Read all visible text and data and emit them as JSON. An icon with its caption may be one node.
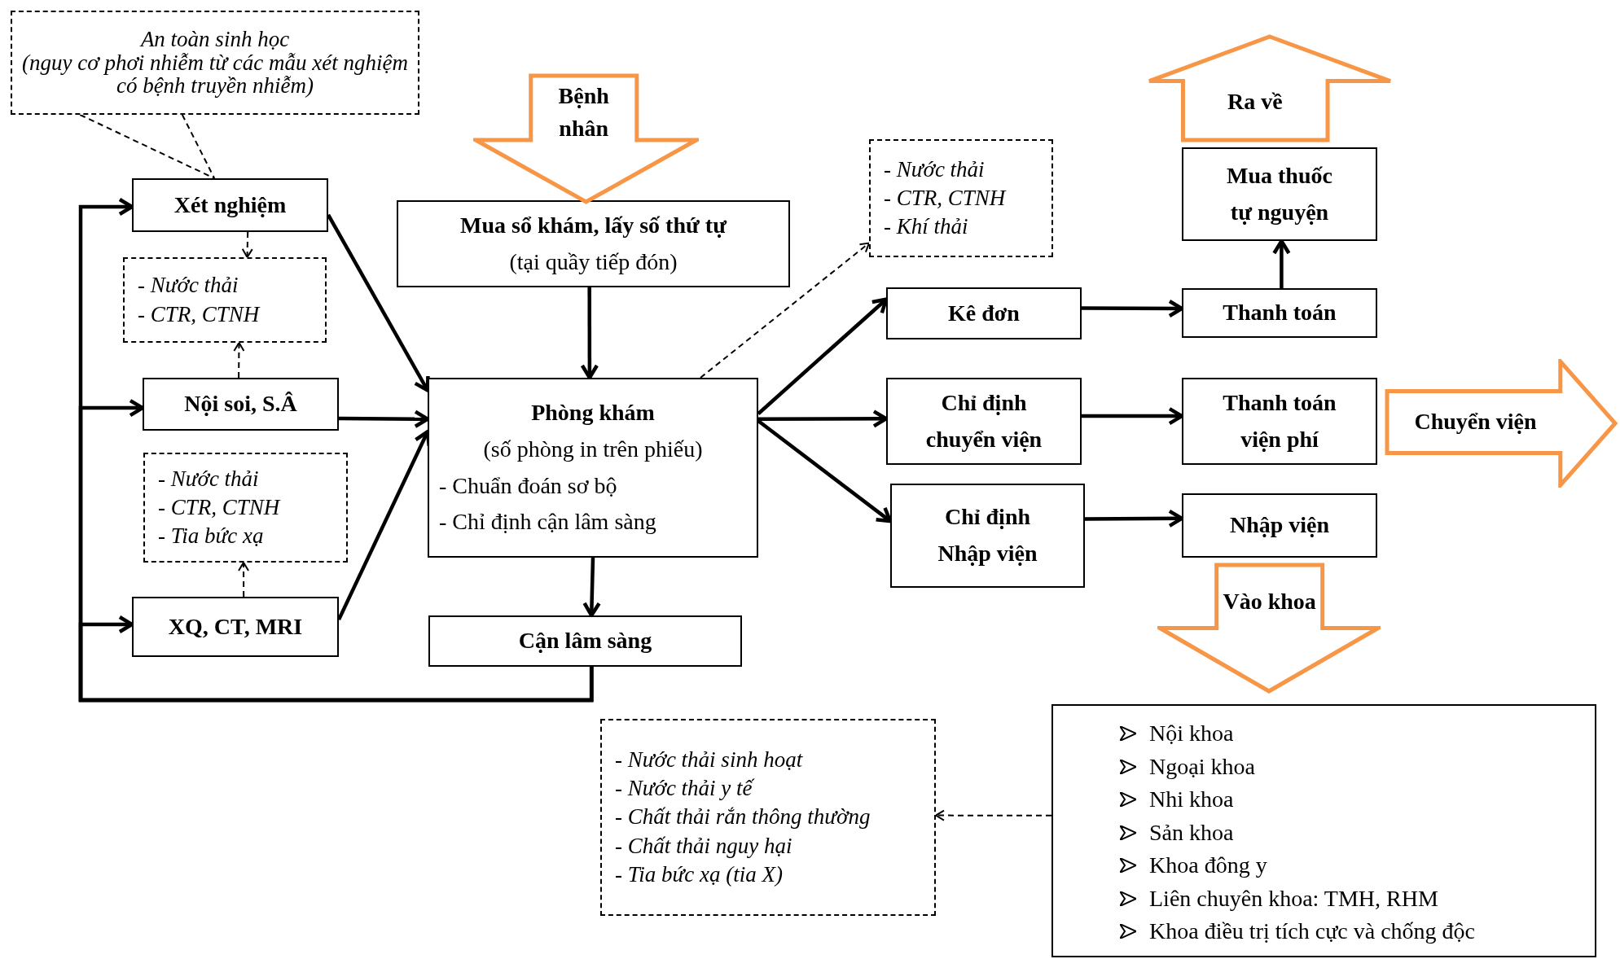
{
  "diagram": {
    "nodes": [
      {
        "text": [
          "An toàn sinh học",
          "(nguy cơ phơi nhiễm từ các mẫu xét nghiệm có bệnh truyền nhiễm)"
        ]
      },
      {
        "text": [
          "Xét nghiệm"
        ]
      },
      {
        "text": [
          "- Nước thải",
          "- CTR, CTNH"
        ]
      },
      {
        "text": [
          "Mua sổ khám, lấy số thứ tự",
          "(tại quầy tiếp đón)"
        ]
      },
      {
        "text": [
          "Nội soi, S.Â"
        ]
      },
      {
        "text": [
          "Phòng khám",
          "(số phòng in trên phiếu)",
          "- Chuẩn đoán sơ bộ",
          "- Chỉ định cận lâm sàng"
        ]
      },
      {
        "text": [
          "- Nước thải",
          "- CTR, CTNH",
          "- Tia bức xạ"
        ]
      },
      {
        "text": [
          "XQ, CT, MRI"
        ]
      },
      {
        "text": [
          "Cận lâm sàng"
        ]
      },
      {
        "text": [
          "- Nước thải",
          "- CTR, CTNH",
          "- Khí thải"
        ]
      },
      {
        "text": [
          "Kê đơn"
        ]
      },
      {
        "text": [
          "Chỉ định chuyển viện"
        ]
      },
      {
        "text": [
          "Chỉ định Nhập viện"
        ]
      },
      {
        "text": [
          "Mua thuốc tự nguyện"
        ]
      },
      {
        "text": [
          "Thanh toán"
        ]
      },
      {
        "text": [
          "Thanh toán viện phí"
        ]
      },
      {
        "text": [
          "Nhập viện"
        ]
      },
      {
        "text": [
          "- Nước thải sinh hoạt",
          "- Nước thải y tế",
          "- Chất thải rắn thông thường",
          "- Chất thải nguy hại",
          "- Tia bức xạ (tia X)"
        ]
      },
      {
        "text": [
          "Nội khoa",
          "Ngoại khoa",
          "Nhi khoa",
          "Sản khoa",
          "Khoa đông y",
          "Liên chuyên khoa: TMH, RHM",
          "Khoa điều trị tích cực và chống độc"
        ]
      }
    ],
    "edges": [
      {
        "from": 0,
        "to": 1,
        "arrow": "none",
        "style": "dashed"
      },
      {
        "from": 1,
        "to": 2,
        "arrow": "to",
        "style": "dashed"
      },
      {
        "from": 4,
        "to": 2,
        "arrow": "to",
        "style": "dashed"
      },
      {
        "from": 7,
        "to": 6,
        "arrow": "to",
        "style": "dashed"
      },
      {
        "from": 5,
        "to": 9,
        "arrow": "to",
        "style": "dashed"
      },
      {
        "from": 18,
        "to": 17,
        "arrow": "to",
        "style": "dashed"
      },
      {
        "from": 3,
        "to": 5,
        "arrow": "to"
      },
      {
        "from": 1,
        "to": 5,
        "arrow": "to"
      },
      {
        "from": 4,
        "to": 5,
        "arrow": "to"
      },
      {
        "from": 7,
        "to": 5,
        "arrow": "to"
      },
      {
        "from": 5,
        "to": 8,
        "arrow": "to"
      },
      {
        "from": 8,
        "to": 1,
        "arrow": "to"
      },
      {
        "from": 8,
        "to": 4,
        "arrow": "to"
      },
      {
        "from": 8,
        "to": 7,
        "arrow": "to"
      },
      {
        "from": 5,
        "to": 10,
        "arrow": "to"
      },
      {
        "from": 5,
        "to": 11,
        "arrow": "to"
      },
      {
        "from": 5,
        "to": 12,
        "arrow": "to"
      },
      {
        "from": 10,
        "to": 14,
        "arrow": "to"
      },
      {
        "from": 11,
        "to": 15,
        "arrow": "to"
      },
      {
        "from": 12,
        "to": 16,
        "arrow": "to"
      },
      {
        "from": 14,
        "to": 13,
        "arrow": "to"
      },
      {
        "from": null,
        "to": 3,
        "arrow": "to",
        "label": "Bệnh nhân",
        "style": "thick",
        "color": "#f79646"
      },
      {
        "from": 13,
        "to": null,
        "arrow": "to",
        "label": "Ra về",
        "style": "thick",
        "color": "#f79646"
      },
      {
        "from": 15,
        "to": null,
        "arrow": "to",
        "label": "Chuyển viện",
        "style": "thick",
        "color": "#f79646"
      },
      {
        "from": 16,
        "to": 18,
        "arrow": "to",
        "label": "Vào khoa",
        "style": "thick",
        "color": "#f79646"
      }
    ]
  }
}
